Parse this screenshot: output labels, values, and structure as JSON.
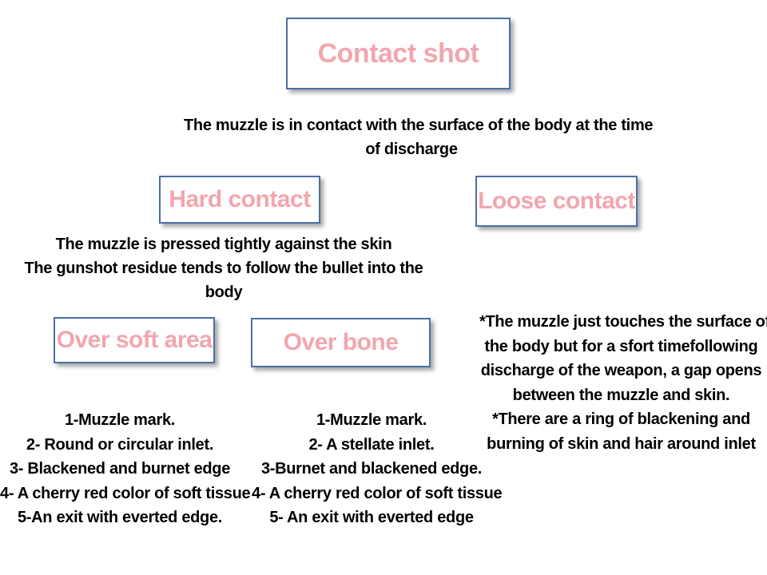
{
  "nodes": {
    "contact_shot": "Contact shot",
    "hard_contact": "Hard contact",
    "loose_contact": "Loose contact",
    "over_soft_area": "Over soft area",
    "over_bone": "Over bone"
  },
  "texts": {
    "contact_shot_desc": [
      "The muzzle is in contact with the surface of the body at the time",
      "of discharge"
    ],
    "hard_contact_desc": [
      "The muzzle is pressed tightly against the skin",
      "The gunshot residue tends to follow the bullet into the",
      "body"
    ],
    "loose_contact_desc": [
      "*The muzzle just touches the surface of",
      "the body but for a sfort timefollowing",
      "discharge of the weapon, a gap opens",
      "between the muzzle and skin.",
      "*There are a ring of blackening and",
      "burning of skin and hair around inlet"
    ],
    "soft_area_list": [
      "1-Muzzle mark.",
      "2- Round or circular inlet.",
      "3- Blackened and burnet edge",
      "4- A cherry red color of soft tissue",
      "5-An exit with everted edge."
    ],
    "bone_list": [
      "1-Muzzle mark.",
      "2- A stellate inlet.",
      "3-Burnet and blackened edge.",
      "4- A cherry red color of soft tissue",
      "5- An exit with everted edge"
    ]
  }
}
